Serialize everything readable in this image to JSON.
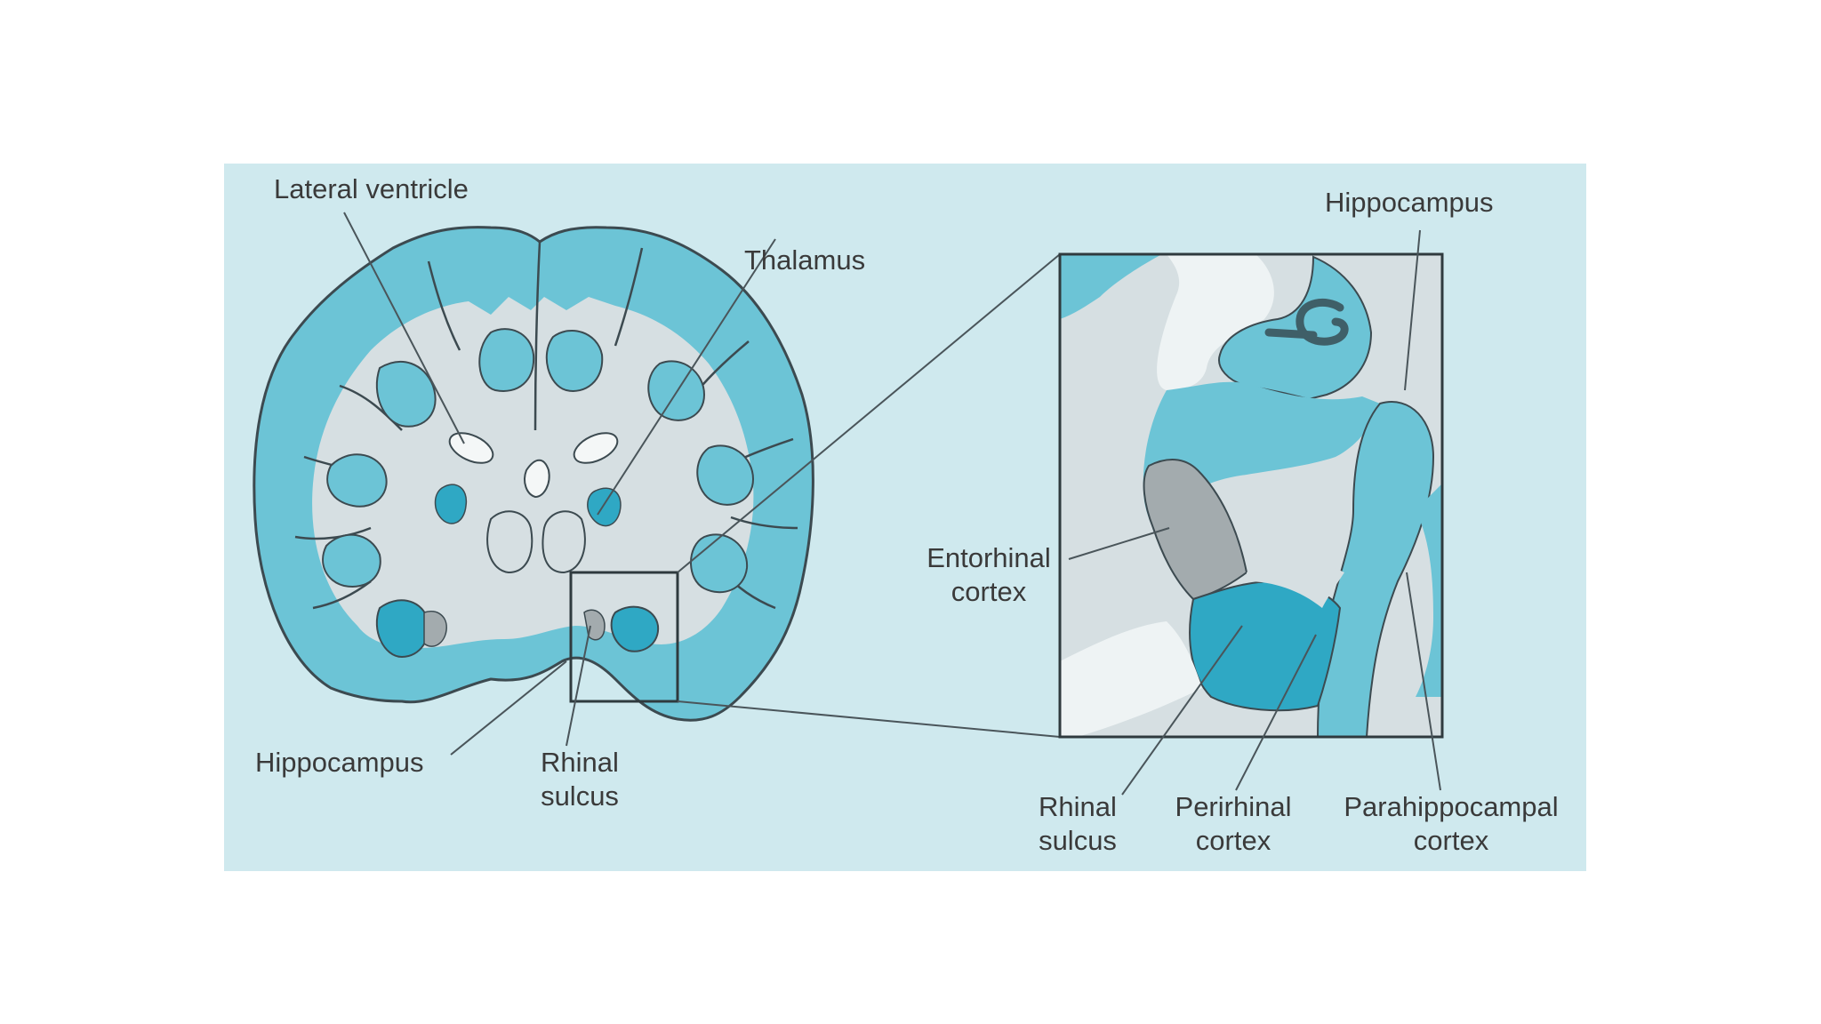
{
  "labels": {
    "lateral_ventricle": "Lateral ventricle",
    "thalamus": "Thalamus",
    "hippocampus_left": "Hippocampus",
    "rhinal_sulcus_left": "Rhinal\nsulcus",
    "hippocampus_inset": "Hippocampus",
    "entorhinal_cortex": "Entorhinal\ncortex",
    "rhinal_sulcus_inset": "Rhinal\nsulcus",
    "perirhinal_cortex": "Perirhinal\ncortex",
    "parahippocampal_cortex": "Parahippocampal\ncortex"
  },
  "colors": {
    "background": "#cfe9ee",
    "cortex_blue": "#6cc4d6",
    "deep_blue": "#2fa8c4",
    "white_matter": "#d6dfe2",
    "ventricle": "#f4f7f7",
    "entorhinal_gray": "#a3abae",
    "outline": "#3c4a50"
  }
}
